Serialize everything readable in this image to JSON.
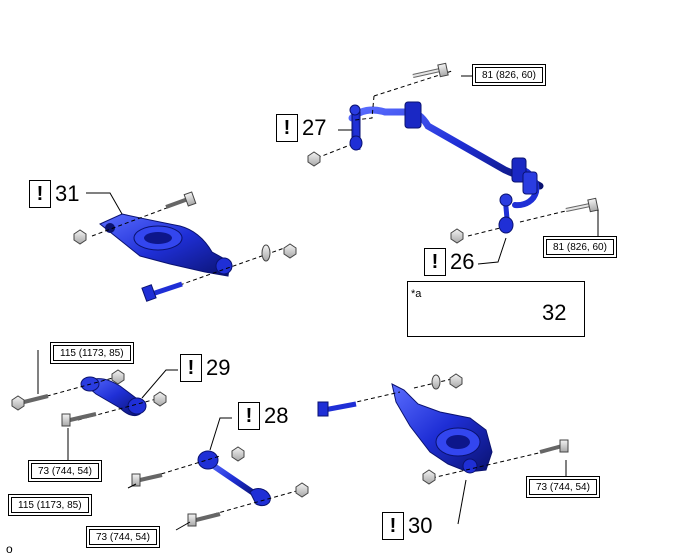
{
  "diagram": {
    "callouts": [
      {
        "id": "c27",
        "warning": "!",
        "number": "27"
      },
      {
        "id": "c31",
        "warning": "!",
        "number": "31"
      },
      {
        "id": "c26",
        "warning": "!",
        "number": "26"
      },
      {
        "id": "c29",
        "warning": "!",
        "number": "29"
      },
      {
        "id": "c28",
        "warning": "!",
        "number": "28"
      },
      {
        "id": "c30",
        "warning": "!",
        "number": "30"
      }
    ],
    "inset": {
      "prefix": "*a",
      "number": "32"
    },
    "torques": [
      "81 (826, 60)",
      "81 (826, 60)",
      "115 (1173, 85)",
      "73 (744, 54)",
      "115 (1173, 85)",
      "73 (744, 54)",
      "73 (744, 54)"
    ],
    "footer_code": "o"
  },
  "colors": {
    "part_blue": "#1f2fd6",
    "part_dark": "#0d168a",
    "part_light": "#4a63ff",
    "hardware_gray": "#d9d9d9"
  }
}
